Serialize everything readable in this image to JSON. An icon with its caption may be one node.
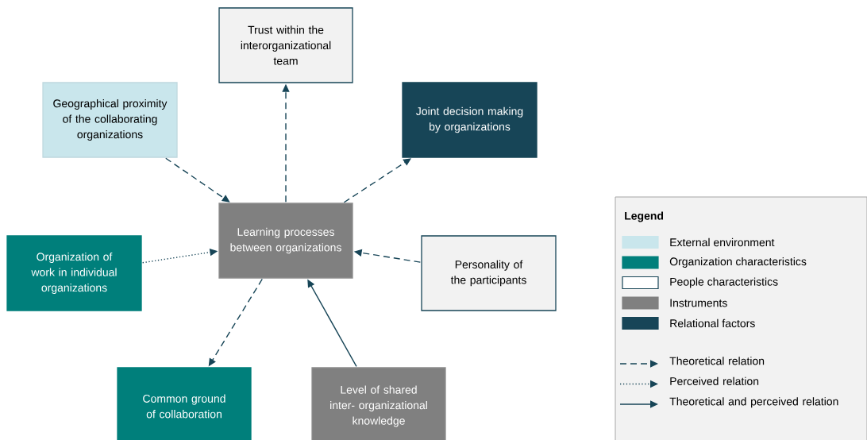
{
  "diagram": {
    "nodes": [
      {
        "text": [
          "Trust within the interorganizational team"
        ]
      },
      {
        "text": [
          "Geographical proximity of the collaborating organizations"
        ]
      },
      {
        "text": [
          "Joint decision making by organizations"
        ]
      },
      {
        "text": [
          "Learning processes between organizations"
        ]
      },
      {
        "text": [
          "Organization of work in individual organizations"
        ]
      },
      {
        "text": [
          "Personality of the participants"
        ]
      },
      {
        "text": [
          "Common ground of collaboration"
        ]
      },
      {
        "text": [
          "Level of shared inter- organizational knowledge"
        ]
      }
    ],
    "edges": [
      {
        "from": 3,
        "to": 0,
        "arrow": "to",
        "style": "dashed"
      },
      {
        "from": 1,
        "to": 3,
        "arrow": "to",
        "style": "dashed"
      },
      {
        "from": 3,
        "to": 2,
        "arrow": "to",
        "style": "dashed"
      },
      {
        "from": 4,
        "to": 3,
        "arrow": "to",
        "style": "dashed"
      },
      {
        "from": 5,
        "to": 3,
        "arrow": "to",
        "style": "dashed"
      },
      {
        "from": 3,
        "to": 6,
        "arrow": "to",
        "style": "dashed"
      },
      {
        "from": 7,
        "to": 3,
        "arrow": "to"
      }
    ],
    "labels": [
      "Legend"
    ],
    "legend": [
      {
        "text": "External environment",
        "color": "#c9e6ec"
      },
      {
        "text": "Organization characteristics",
        "color": "#007f7b"
      },
      {
        "text": "People characteristics",
        "color": "#ffffff"
      },
      {
        "text": "Instruments",
        "color": "#808080"
      },
      {
        "text": "Relational factors",
        "color": "#174557"
      },
      {
        "text": "Theoretical relation"
      },
      {
        "text": "Perceived relation"
      },
      {
        "text": "Theoretical and perceived relation"
      }
    ]
  }
}
